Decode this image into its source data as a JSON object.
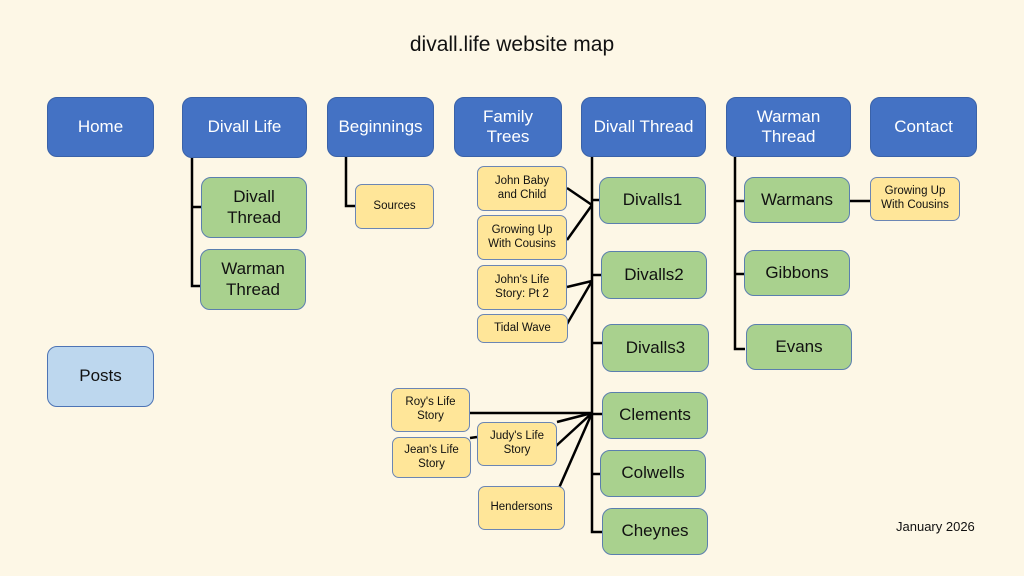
{
  "title": "divall.life website map",
  "date": "January 2026",
  "colors": {
    "background": "#fdf7e6",
    "top_level": "#4472c4",
    "section": "#a9d18e",
    "page": "#ffe699",
    "posts": "#bdd7ee",
    "connector": "#000000"
  },
  "top_nav": [
    {
      "id": "home",
      "label": "Home"
    },
    {
      "id": "divall-life",
      "label": "Divall Life"
    },
    {
      "id": "beginnings",
      "label": "Beginnings"
    },
    {
      "id": "family-trees",
      "label": "Family\nTrees"
    },
    {
      "id": "divall-thread",
      "label": "Divall Thread"
    },
    {
      "id": "warman-thread",
      "label": "Warman\nThread"
    },
    {
      "id": "contact",
      "label": "Contact"
    }
  ],
  "posts": {
    "label": "Posts"
  },
  "divall_life_children": [
    {
      "label": "Divall\nThread"
    },
    {
      "label": "Warman\nThread"
    }
  ],
  "beginnings_children": [
    {
      "label": "Sources"
    }
  ],
  "divall_thread_children": [
    {
      "label": "Divalls1",
      "pages": [
        "John Baby\nand Child",
        "Growing Up\nWith Cousins"
      ]
    },
    {
      "label": "Divalls2",
      "pages": [
        "John's Life\nStory: Pt 2",
        "Tidal Wave"
      ]
    },
    {
      "label": "Divalls3",
      "pages": []
    },
    {
      "label": "Clements",
      "pages": [
        "Roy's Life\nStory",
        "Judy's Life\nStory",
        "Jean's Life\nStory",
        "Hendersons"
      ]
    },
    {
      "label": "Colwells",
      "pages": []
    },
    {
      "label": "Cheynes",
      "pages": []
    }
  ],
  "warman_thread_children": [
    {
      "label": "Warmans",
      "pages": [
        "Growing Up\nWith Cousins"
      ]
    },
    {
      "label": "Gibbons",
      "pages": []
    },
    {
      "label": "Evans",
      "pages": []
    }
  ]
}
